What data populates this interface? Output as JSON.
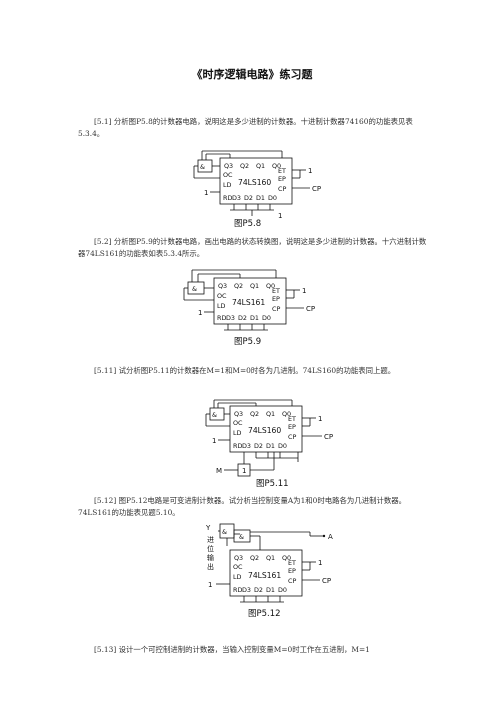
{
  "title": "《时序逻辑电路》练习题",
  "problems": [
    {
      "id": "[5.1]",
      "text": "分析图P5.8的计数器电路，说明这是多少进制的计数器。十进制计数器74160的功能表见表5.3.4。",
      "figure": {
        "caption": "图P5.8",
        "chip": "74LS160",
        "top_pins": [
          "Q3",
          "Q2",
          "Q1",
          "Q0"
        ],
        "bottom_pins": [
          "D3",
          "D2",
          "D1",
          "D0"
        ],
        "left_pins": [
          "OC",
          "LD",
          "RD"
        ],
        "right_pins": [
          "ET",
          "EP",
          "CP"
        ],
        "gate": "&",
        "const_one": "1",
        "cp_label": "CP"
      }
    },
    {
      "id": "[5.2]",
      "text": "分析图P5.9的计数器电路，画出电路的状态转换图，说明这是多少进制的计数器。十六进制计数器74LS161的功能表如表5.3.4所示。",
      "figure": {
        "caption": "图P5.9",
        "chip": "74LS161",
        "top_pins": [
          "Q3",
          "Q2",
          "Q1",
          "Q0"
        ],
        "bottom_pins": [
          "D3",
          "D2",
          "D1",
          "D0"
        ],
        "left_pins": [
          "OC",
          "LD",
          "RD"
        ],
        "right_pins": [
          "ET",
          "EP",
          "CP"
        ],
        "gate": "&",
        "const_one": "1",
        "cp_label": "CP"
      }
    },
    {
      "id": "[5.11]",
      "text": "试分析图P5.11的计数器在M=1和M=0时各为几进制。74LS160的功能表同上题。",
      "figure": {
        "caption": "图P5.11",
        "chip": "74LS160",
        "top_pins": [
          "Q3",
          "Q2",
          "Q1",
          "Q0"
        ],
        "bottom_pins": [
          "D3",
          "D2",
          "D1",
          "D0"
        ],
        "left_pins": [
          "OC",
          "LD",
          "RD"
        ],
        "right_pins": [
          "ET",
          "EP",
          "CP"
        ],
        "gate": "&",
        "const_one": "1",
        "cp_label": "CP",
        "m_label": "M",
        "inv_label": "1"
      }
    },
    {
      "id": "[5.12]",
      "text": "图P5.12电路是可变进制计数器。试分析当控制变量A为1和0时电路各为几进制计数器。74LS161的功能表见题5.10。",
      "figure": {
        "caption": "图P5.12",
        "chip": "74LS161",
        "top_pins": [
          "Q3",
          "Q2",
          "Q1",
          "Q0"
        ],
        "bottom_pins": [
          "D3",
          "D2",
          "D1",
          "D0"
        ],
        "left_pins": [
          "OC",
          "LD",
          "RD"
        ],
        "right_pins": [
          "ET",
          "EP",
          "CP"
        ],
        "gate": "&",
        "const_one": "1",
        "cp_label": "CP",
        "y_label": "Y",
        "side_label": [
          "进",
          "位",
          "输",
          "出"
        ],
        "a_label": "A"
      }
    },
    {
      "id": "[5.13]",
      "text": "设计一个可控制进制的计数器，当输入控制变量M=0时工作在五进制，M=1"
    }
  ]
}
